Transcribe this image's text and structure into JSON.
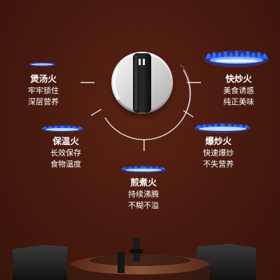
{
  "modes": {
    "boil": {
      "title": "煲汤火",
      "line1": "牢牢锁住",
      "line2": "深层营养"
    },
    "warm": {
      "title": "保温火",
      "line1": "长效保存",
      "line2": "食物温度"
    },
    "simmer": {
      "title": "煎煮火",
      "line1": "持续沸腾",
      "line2": "不糊不溢"
    },
    "quick": {
      "title": "快炒火",
      "line1": "美食诱惑",
      "line2": "纯正美味"
    },
    "blast": {
      "title": "爆炒火",
      "line1": "快速爆炒",
      "line2": "不失营养"
    }
  },
  "colors": {
    "background": "#46190e",
    "flame_blue": "#2a6cff",
    "flame_core": "#9ec8ff",
    "text": "#ffffff"
  }
}
